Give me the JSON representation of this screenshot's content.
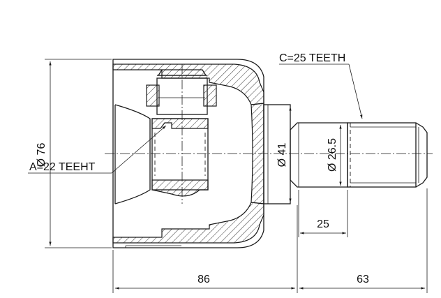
{
  "labels": {
    "outer_diameter": "Ø 76",
    "bore_diameter": "Ø 41",
    "shaft_diameter": "Ø 26.5",
    "inner_teeth": "A=22 TEEHT",
    "outer_teeth": "C=25 TEETH",
    "shaft_length": "25",
    "body_length": "86",
    "spline_length": "63"
  }
}
